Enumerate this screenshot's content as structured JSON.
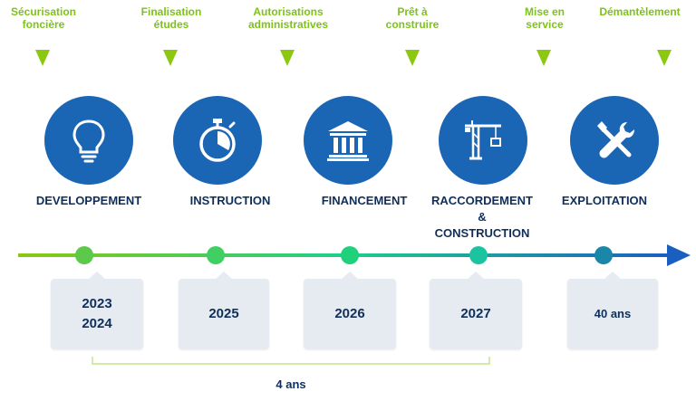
{
  "milestones": [
    {
      "label": "Sécurisation\nfoncière"
    },
    {
      "label": "Finalisation\nétudes"
    },
    {
      "label": "Autorisations\nadministratives"
    },
    {
      "label": "Prêt à\nconstruire"
    },
    {
      "label": "Mise en\nservice"
    },
    {
      "label": "Démantèlement"
    }
  ],
  "phases": [
    {
      "label": "DEVELOPPEMENT",
      "icon": "lightbulb-icon"
    },
    {
      "label": "INSTRUCTION",
      "icon": "stopwatch-icon"
    },
    {
      "label": "FINANCEMENT",
      "icon": "bank-icon"
    },
    {
      "label": "RACCORDEMENT\n&\nCONSTRUCTION",
      "icon": "crane-icon"
    },
    {
      "label": "EXPLOITATION",
      "icon": "tools-icon"
    }
  ],
  "years": [
    {
      "label": "2023\n2024"
    },
    {
      "label": "2025"
    },
    {
      "label": "2026"
    },
    {
      "label": "2027"
    },
    {
      "label": "40 ans"
    }
  ],
  "duration": {
    "label": "4 ans"
  },
  "colors": {
    "milestone": "#7ec21a",
    "circle": "#1b65b5",
    "arrow_start": "#8bc80f",
    "arrow_mid": "#1fcf8a",
    "arrow_end": "#1a5fc0",
    "text_dark": "#0f2f5a"
  }
}
